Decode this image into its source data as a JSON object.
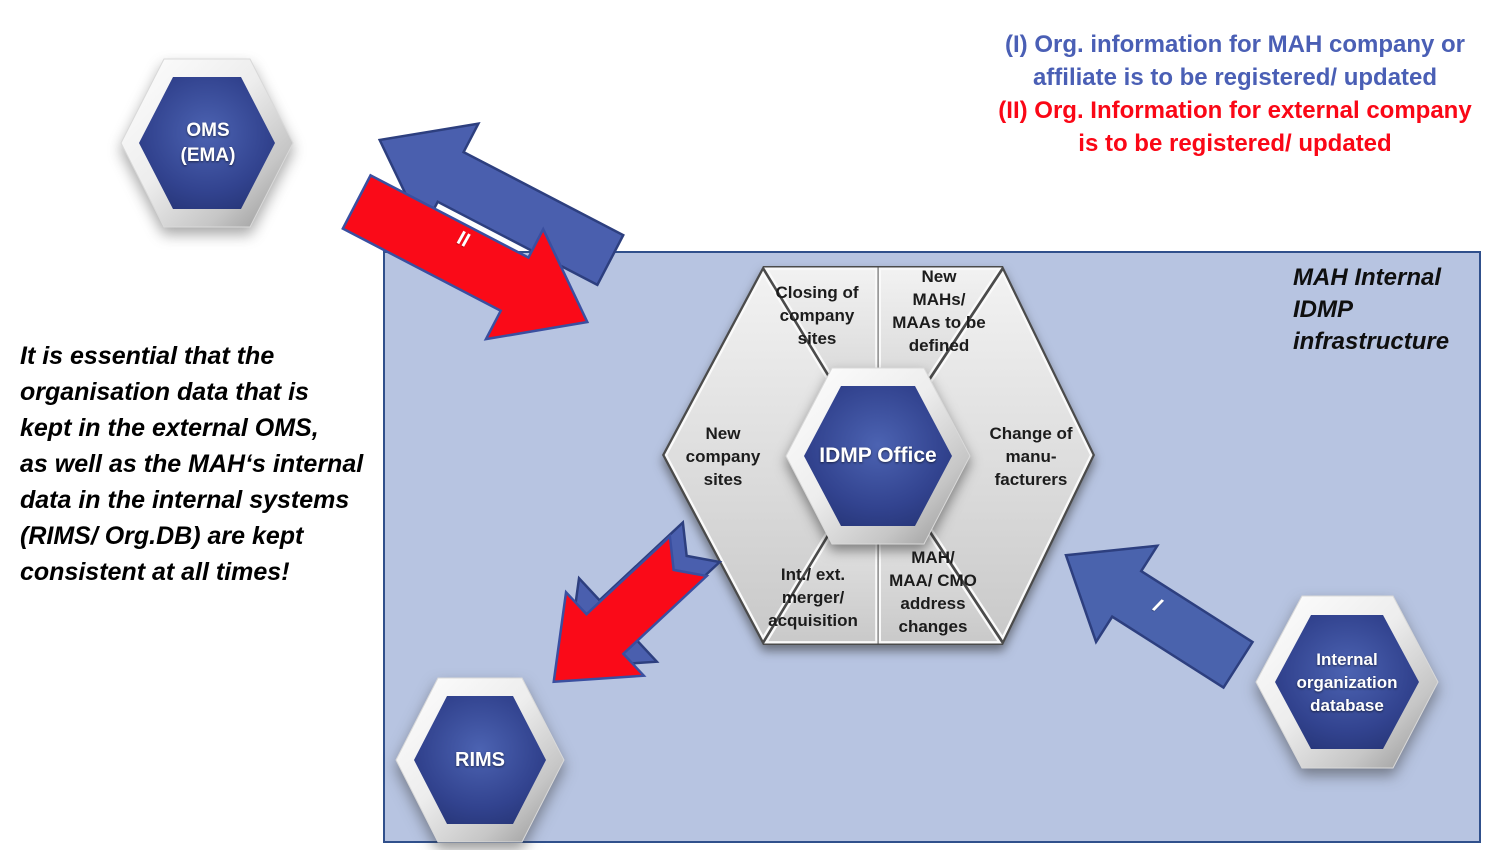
{
  "legend": {
    "lines": [
      {
        "text": "(I) Org. information for MAH company or",
        "color": "#4a5fb5"
      },
      {
        "text": "affiliate is to be registered/ updated",
        "color": "#4a5fb5"
      },
      {
        "text": "(II) Org. Information for external company",
        "color": "#fa0716"
      },
      {
        "text": "is to be registered/ updated",
        "color": "#fa0716"
      }
    ]
  },
  "note": {
    "text": "It is essential that the\norganisation data that is\nkept in the external OMS,\nas well as the MAH‘s internal\ndata in the internal systems\n(RIMS/ Org.DB) are kept\nconsistent at all times!"
  },
  "box": {
    "label": "MAH Internal\nIDMP\ninfrastructure",
    "fill_color": "#b7c4e1",
    "border_color": "#30508c"
  },
  "nodes": {
    "oms": {
      "label": "OMS\n(EMA)"
    },
    "idmp_office": {
      "label": "IDMP Office"
    },
    "rims": {
      "label": "RIMS"
    },
    "internal_db": {
      "label": "Internal\norganization\ndatabase"
    }
  },
  "segments": [
    {
      "label": "Closing of\ncompany\nsites"
    },
    {
      "label": "New\nMAHs/\nMAAs to be\ndefined"
    },
    {
      "label": "New\ncompany\nsites"
    },
    {
      "label": "Change of\nmanu-\nfacturers"
    },
    {
      "label": "Int./ ext.\nmerger/\nacquisition"
    },
    {
      "label": "MAH/\nMAA/ CMO\naddress\nchanges"
    }
  ],
  "arrows": {
    "top_pair_label": "II",
    "internal_label": "I",
    "blue_color": "#4a5fae",
    "red_color": "#fa0a18"
  },
  "colors": {
    "hexagon_blue": "#32438f",
    "hexagon_frame": "#e6e6e6",
    "segment_gray": "#dcdcdc"
  }
}
